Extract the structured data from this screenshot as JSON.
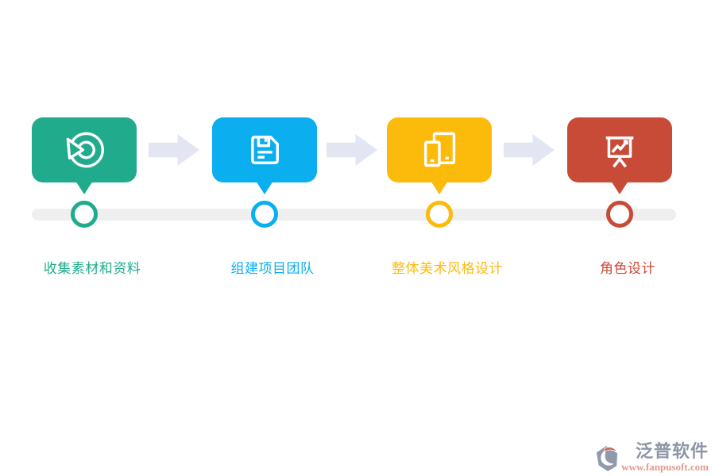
{
  "flow": {
    "steps": [
      {
        "label": "收集素材和资料",
        "color": "#20ab8d",
        "icon": "pie-chart-icon"
      },
      {
        "label": "组建项目团队",
        "color": "#0baeef",
        "icon": "floppy-save-icon"
      },
      {
        "label": "整体美术风格设计",
        "color": "#fcba0b",
        "icon": "devices-icon"
      },
      {
        "label": "角色设计",
        "color": "#c84b37",
        "icon": "presentation-board-icon"
      }
    ],
    "arrow_color": "#e3e6f2",
    "track_color": "#efefef"
  },
  "watermark": {
    "brand": "泛普软件",
    "url": "www.fanpusoft.com",
    "brand_color": "#8d95a6",
    "url_color": "#e09a90",
    "logo_gray": "#9099ab",
    "logo_red": "#cd6750"
  }
}
